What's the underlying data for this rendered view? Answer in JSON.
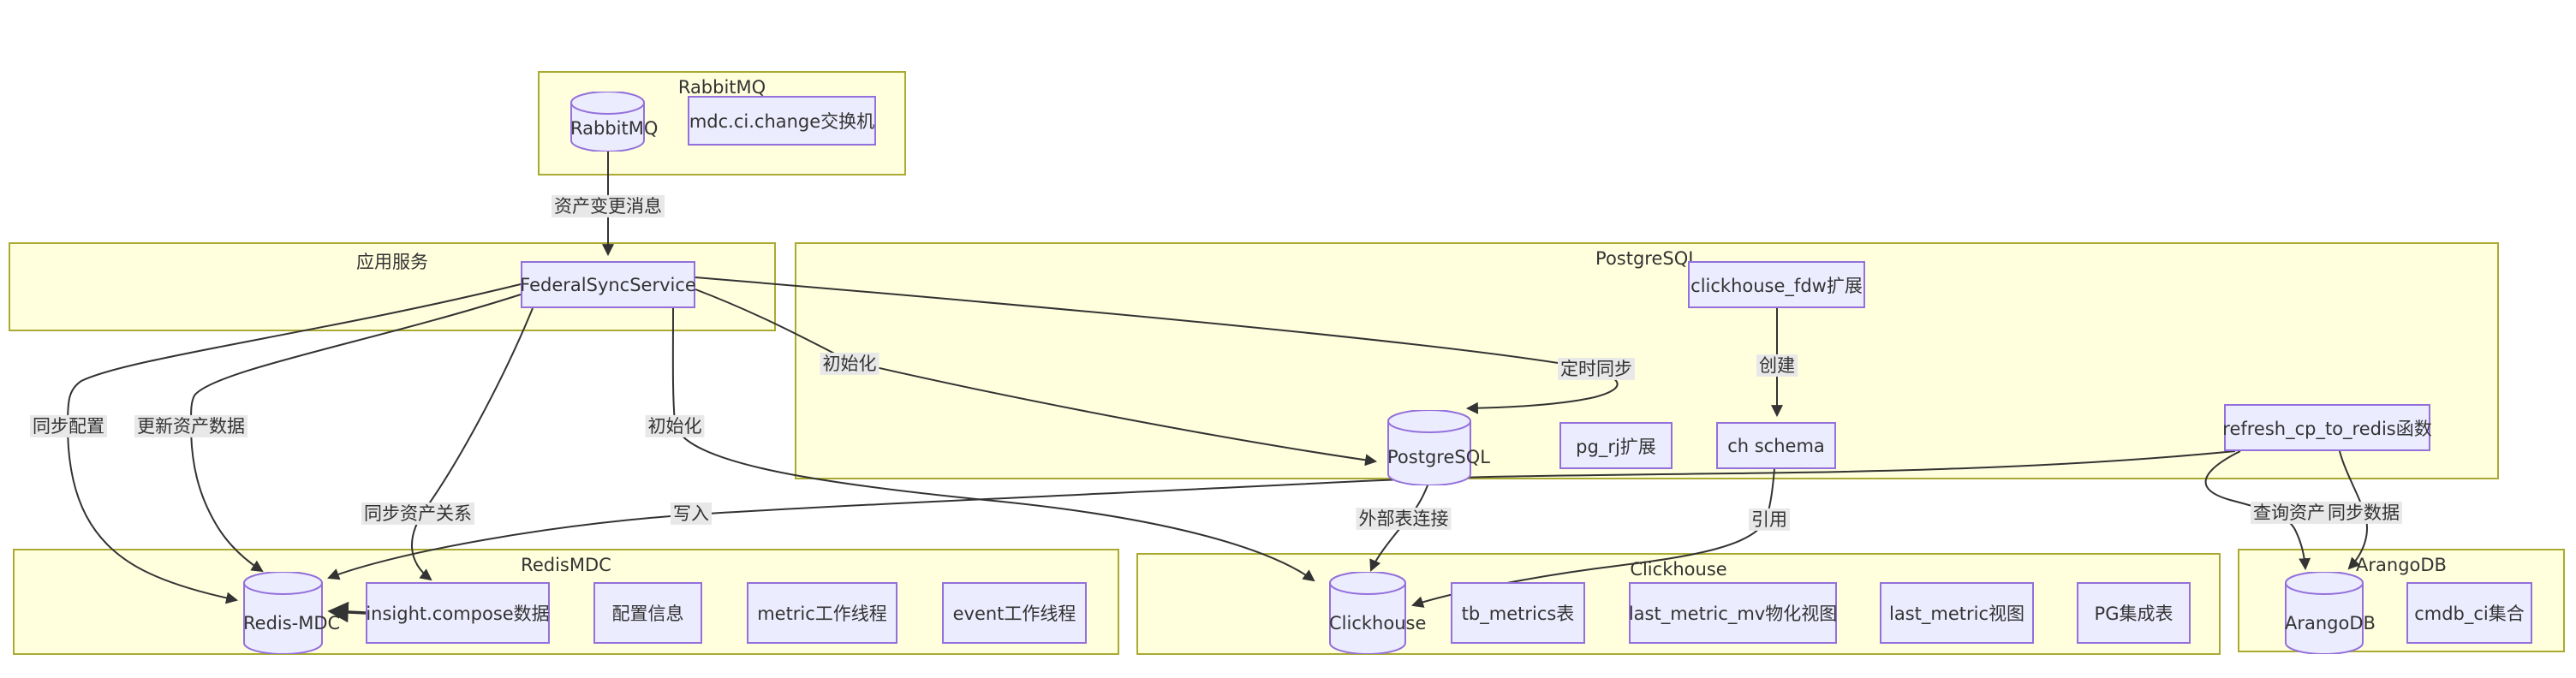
{
  "diagram": {
    "type": "flowchart",
    "groups": [
      {
        "id": "rabbitmq",
        "label": "RabbitMQ"
      },
      {
        "id": "app",
        "label": "应用服务"
      },
      {
        "id": "postgresql",
        "label": "PostgreSQL"
      },
      {
        "id": "redismdc",
        "label": "RedisMDC"
      },
      {
        "id": "clickhouse",
        "label": "Clickhouse"
      },
      {
        "id": "arangodb",
        "label": "ArangoDB"
      }
    ],
    "nodes": [
      {
        "id": "rabbitmq_db",
        "label": "RabbitMQ",
        "shape": "cylinder",
        "group": "rabbitmq"
      },
      {
        "id": "exchange",
        "label": "mdc.ci.change交换机",
        "shape": "rect",
        "group": "rabbitmq"
      },
      {
        "id": "fss",
        "label": "FederalSyncService",
        "shape": "rect",
        "group": "app"
      },
      {
        "id": "fdw",
        "label": "clickhouse_fdw扩展",
        "shape": "rect",
        "group": "postgresql"
      },
      {
        "id": "pg_db",
        "label": "PostgreSQL",
        "shape": "cylinder",
        "group": "postgresql"
      },
      {
        "id": "pg_rj",
        "label": "pg_rj扩展",
        "shape": "rect",
        "group": "postgresql"
      },
      {
        "id": "ch_schema",
        "label": "ch schema",
        "shape": "rect",
        "group": "postgresql"
      },
      {
        "id": "refresh",
        "label": "refresh_cp_to_redis函数",
        "shape": "rect",
        "group": "postgresql"
      },
      {
        "id": "redis_db",
        "label": "Redis-MDC",
        "shape": "cylinder",
        "group": "redismdc"
      },
      {
        "id": "insight",
        "label": "insight.compose数据",
        "shape": "rect",
        "group": "redismdc"
      },
      {
        "id": "config",
        "label": "配置信息",
        "shape": "rect",
        "group": "redismdc"
      },
      {
        "id": "metric",
        "label": "metric工作线程",
        "shape": "rect",
        "group": "redismdc"
      },
      {
        "id": "event",
        "label": "event工作线程",
        "shape": "rect",
        "group": "redismdc"
      },
      {
        "id": "ch_db",
        "label": "Clickhouse",
        "shape": "cylinder",
        "group": "clickhouse"
      },
      {
        "id": "tb_metrics",
        "label": "tb_metrics表",
        "shape": "rect",
        "group": "clickhouse"
      },
      {
        "id": "last_mv",
        "label": "last_metric_mv物化视图",
        "shape": "rect",
        "group": "clickhouse"
      },
      {
        "id": "last_view",
        "label": "last_metric视图",
        "shape": "rect",
        "group": "clickhouse"
      },
      {
        "id": "pg_int",
        "label": "PG集成表",
        "shape": "rect",
        "group": "clickhouse"
      },
      {
        "id": "arango_db",
        "label": "ArangoDB",
        "shape": "cylinder",
        "group": "arangodb"
      },
      {
        "id": "cmdb",
        "label": "cmdb_ci集合",
        "shape": "rect",
        "group": "arangodb"
      }
    ],
    "edges": [
      {
        "from": "rabbitmq_db",
        "to": "fss",
        "label": "资产变更消息"
      },
      {
        "from": "fss",
        "to": "redis_db",
        "label": "同步配置"
      },
      {
        "from": "fss",
        "to": "redis_db",
        "label": "更新资产数据"
      },
      {
        "from": "fss",
        "to": "insight",
        "label": "同步资产关系"
      },
      {
        "from": "insight",
        "to": "redis_db",
        "label": ""
      },
      {
        "from": "fss",
        "to": "pg_db",
        "label": "初始化"
      },
      {
        "from": "fss",
        "to": "ch_db",
        "label": "初始化"
      },
      {
        "from": "fss",
        "to": "pg_db",
        "label": "定时同步"
      },
      {
        "from": "fdw",
        "to": "ch_schema",
        "label": "创建"
      },
      {
        "from": "pg_db",
        "to": "ch_db",
        "label": "外部表连接"
      },
      {
        "from": "ch_schema",
        "to": "ch_db",
        "label": "引用"
      },
      {
        "from": "refresh",
        "to": "redis_db",
        "label": "写入"
      },
      {
        "from": "refresh",
        "to": "arango_db",
        "label": "查询资产"
      },
      {
        "from": "refresh",
        "to": "arango_db",
        "label": "同步数据"
      }
    ],
    "colors": {
      "group_fill": "#ffffde",
      "group_border": "#aaaa33",
      "node_fill": "#ECECFF",
      "node_border": "#9370DB",
      "edge_color": "#333333",
      "edge_label_bg": "#e8e8e8",
      "text": "#333333",
      "background": "#ffffff"
    }
  }
}
